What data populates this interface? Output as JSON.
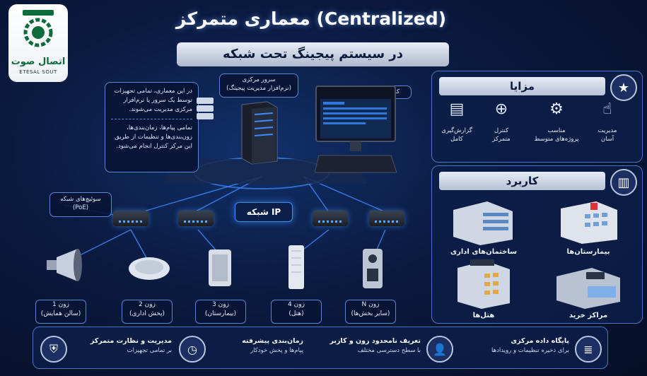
{
  "logo": {
    "name_fa": "اتصال صوت",
    "name_en": "ETESAL SOUT"
  },
  "title": "معماری متمرکز (Centralized)",
  "subtitle": "در سیستم پیجینگ تحت شبکه",
  "server": {
    "label": "سرور مرکزی",
    "sub": "(نرم‌افزار مدیریت پیجینگ)"
  },
  "console": {
    "label": "کنسول اپراتور"
  },
  "callout": {
    "p1": "در این معماری، تمامی تجهیزات توسط یک سرور یا نرم‌افزار مرکزی مدیریت می‌شوند.",
    "p2": "تمامی پیام‌ها، زمان‌بندی‌ها، زون‌بندی‌ها و تنظیمات از طریق این مرکز کنترل انجام می‌شود."
  },
  "switches": {
    "label": "سوئیچ‌های شبکه",
    "sub": "(PoE)"
  },
  "network": {
    "label": "شبکه IP"
  },
  "zones": [
    {
      "name": "زون 1",
      "desc": "(سالن همایش)"
    },
    {
      "name": "زون 2",
      "desc": "(پخش اداری)"
    },
    {
      "name": "زون 3",
      "desc": "(بیمارستان)"
    },
    {
      "name": "زون 4",
      "desc": "(هتل)"
    },
    {
      "name": "زون N",
      "desc": "(سایر بخش‌ها)"
    }
  ],
  "advantages": {
    "title": "مزایا",
    "items": [
      {
        "line1": "مدیریت",
        "line2": "آسان",
        "icon": "touch-icon"
      },
      {
        "line1": "مناسب",
        "line2": "پروژه‌های متوسط",
        "icon": "gear-icon"
      },
      {
        "line1": "کنترل",
        "line2": "متمرکز",
        "icon": "target-icon"
      },
      {
        "line1": "گزارش‌گیری",
        "line2": "کامل",
        "icon": "report-icon"
      }
    ]
  },
  "applications": {
    "title": "کاربرد",
    "items": [
      {
        "label": "بیمارستان‌ها"
      },
      {
        "label": "ساختمان‌های اداری"
      },
      {
        "label": "مراکز خرید"
      },
      {
        "label": "هتل‌ها"
      }
    ]
  },
  "bottom": [
    {
      "title": "پایگاه داده مرکزی",
      "sub": "برای ذخیره تنظیمات و رویدادها",
      "icon": "database-icon"
    },
    {
      "title": "تعریف نامحدود زون و کاربر",
      "sub": "با سطح دسترسی مختلف",
      "icon": "user-icon"
    },
    {
      "title": "زمان‌بندی پیشرفته",
      "sub": "پیام‌ها و پخش خودکار",
      "icon": "clock-icon"
    },
    {
      "title": "مدیریت و نظارت متمرکز",
      "sub": "بر تمامی تجهیزات",
      "icon": "shield-icon"
    }
  ],
  "colors": {
    "accent": "#3a8bff",
    "brand_green": "#0a6b3b",
    "panel_border": "#4a72c8"
  }
}
